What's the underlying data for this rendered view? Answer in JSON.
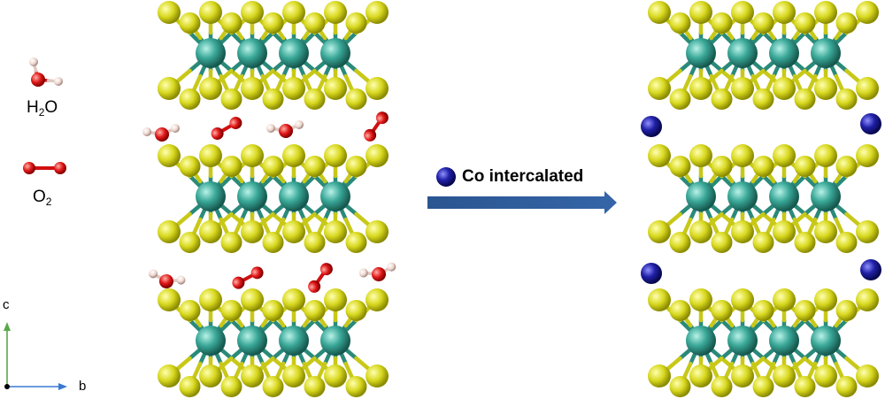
{
  "legend": {
    "water_label_main": "H",
    "water_label_sub": "2",
    "water_label_end": "O",
    "oxygen_label_main": "O",
    "oxygen_label_sub": "2"
  },
  "process": {
    "label": "Co intercalated"
  },
  "axes": {
    "c_label": "c",
    "b_label": "b"
  },
  "colors": {
    "sulfur": "#d8d820",
    "metal": "#2e9e8c",
    "oxygen": "#e01818",
    "hydrogen": "#f0d8d0",
    "cobalt": "#1c1c9a",
    "arrow": "#2f5597",
    "c_axis": "#5aa84a",
    "b_axis": "#3a78d0"
  }
}
